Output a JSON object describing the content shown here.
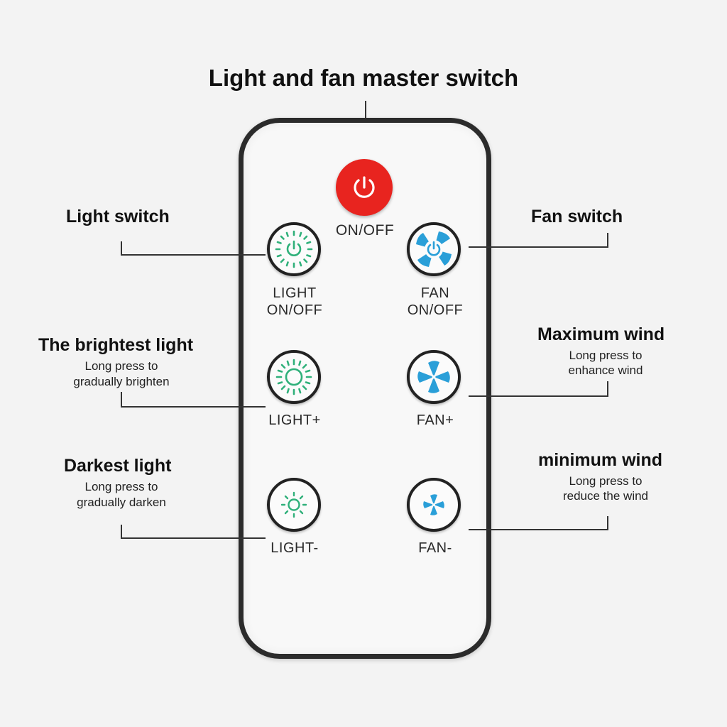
{
  "title": "Light and fan master switch",
  "power_label": "ON/OFF",
  "buttons": {
    "light_onoff": {
      "line1": "LIGHT",
      "line2": "ON/OFF"
    },
    "fan_onoff": {
      "line1": "FAN",
      "line2": "ON/OFF"
    },
    "light_plus": "LIGHT+",
    "fan_plus": "FAN+",
    "light_minus": "LIGHT-",
    "fan_minus": "FAN-"
  },
  "callouts": {
    "light_switch": {
      "heading": "Light switch"
    },
    "fan_switch": {
      "heading": "Fan switch"
    },
    "brightest": {
      "heading": "The brightest light",
      "line1": "Long press to",
      "line2": "gradually brighten"
    },
    "max_wind": {
      "heading": "Maximum wind",
      "line1": "Long press to",
      "line2": "enhance wind"
    },
    "darkest": {
      "heading": "Darkest light",
      "line1": "Long press to",
      "line2": "gradually darken"
    },
    "min_wind": {
      "heading": "minimum wind",
      "line1": "Long press to",
      "line2": "reduce the wind"
    }
  },
  "colors": {
    "power": "#e8241f",
    "light_icon": "#2fb07a",
    "fan_icon": "#2a9fd8",
    "remote_border": "#2b2b2b"
  },
  "icons": [
    "power-icon",
    "light-power-icon",
    "fan-power-icon",
    "sun-icon",
    "fan-icon"
  ]
}
